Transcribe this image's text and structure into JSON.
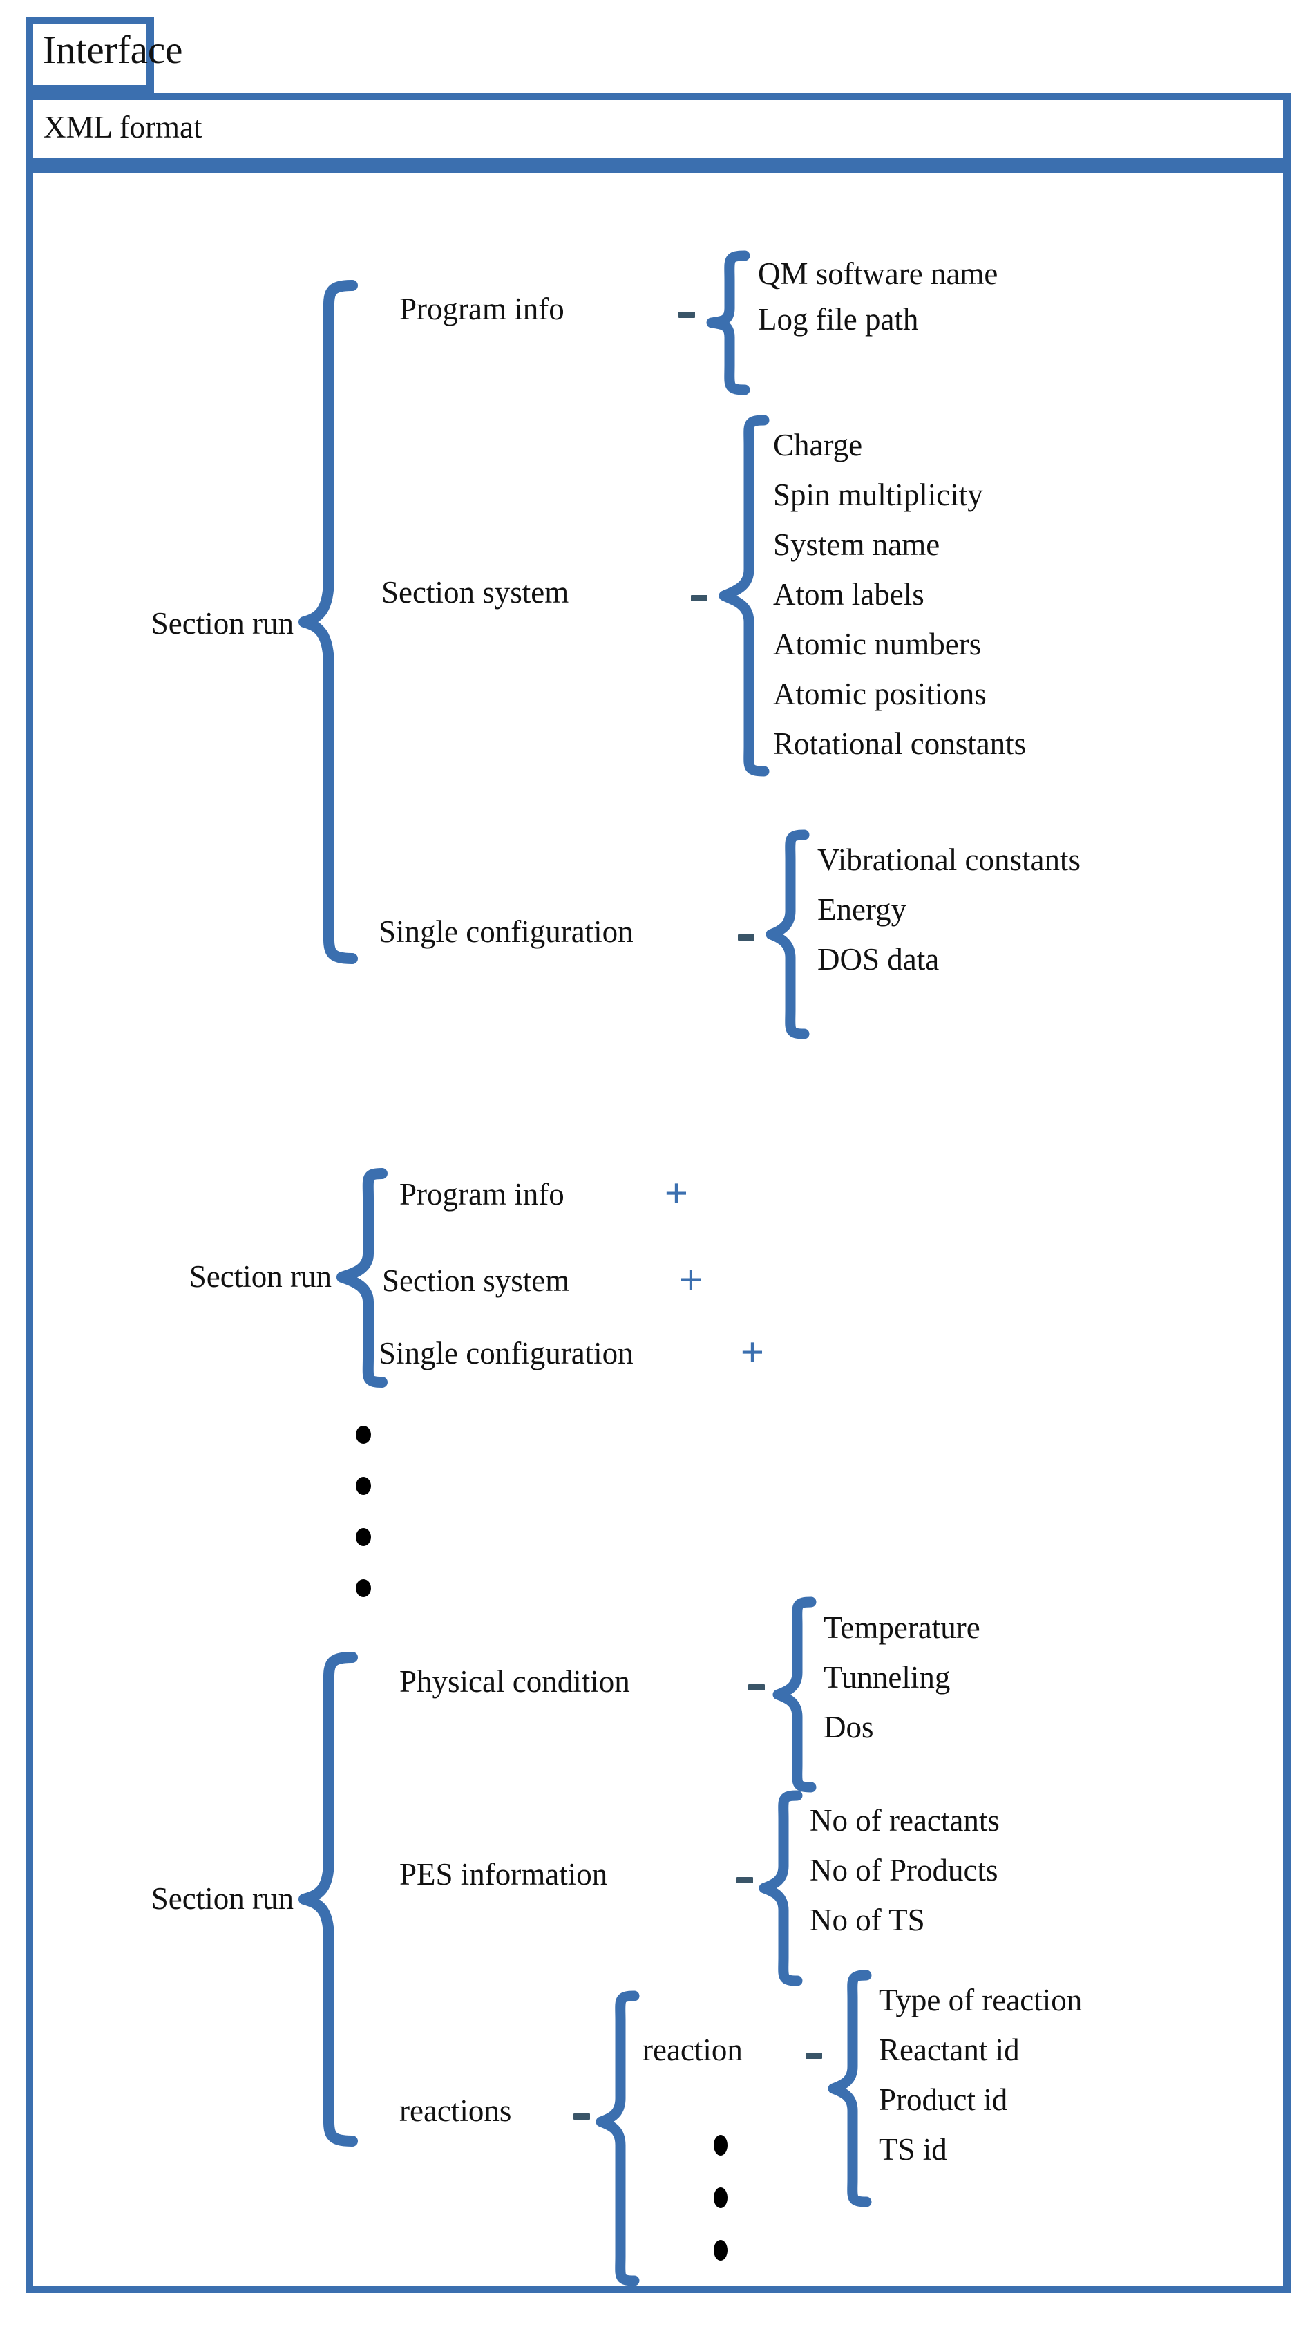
{
  "diagram": {
    "title": "Interface",
    "format_band": "XML format",
    "accent_color": "#3B6FAF",
    "dash_color": "#3A5568",
    "text_color": "#111111"
  },
  "sections": [
    {
      "id": "section-run-1",
      "label": "Section run",
      "children": [
        {
          "label": "Program info",
          "connector": "dash",
          "leaves": [
            "QM software name",
            "Log file path"
          ]
        },
        {
          "label": "Section system",
          "connector": "dash",
          "leaves": [
            "Charge",
            "Spin multiplicity",
            "System name",
            "Atom labels",
            "Atomic numbers",
            "Atomic positions",
            "Rotational constants"
          ]
        },
        {
          "label": "Single configuration",
          "connector": "dash",
          "leaves": [
            "Vibrational constants",
            "Energy",
            "DOS data"
          ]
        }
      ]
    },
    {
      "id": "section-run-2",
      "label": "Section run",
      "children": [
        {
          "label": "Program info",
          "connector": "plus",
          "plus": "+"
        },
        {
          "label": "Section system",
          "connector": "plus",
          "plus": "+"
        },
        {
          "label": "Single configuration",
          "connector": "plus",
          "plus": "+"
        }
      ]
    },
    {
      "id": "ellipsis-between-runs",
      "type": "vertical-ellipsis",
      "dots": 4
    },
    {
      "id": "section-run-3",
      "label": "Section run",
      "children": [
        {
          "label": "Physical condition",
          "connector": "dash",
          "leaves": [
            "Temperature",
            "Tunneling",
            "Dos"
          ]
        },
        {
          "label": "PES information",
          "connector": "dash",
          "leaves": [
            "No of reactants",
            "No of Products",
            "No of TS"
          ]
        },
        {
          "label": "reactions",
          "connector": "dash",
          "sub": {
            "label": "reaction",
            "connector": "dash",
            "leaves": [
              "Type of reaction",
              "Reactant id",
              "Product id",
              "TS id"
            ],
            "ellipsis_dots": 3
          }
        }
      ]
    }
  ]
}
